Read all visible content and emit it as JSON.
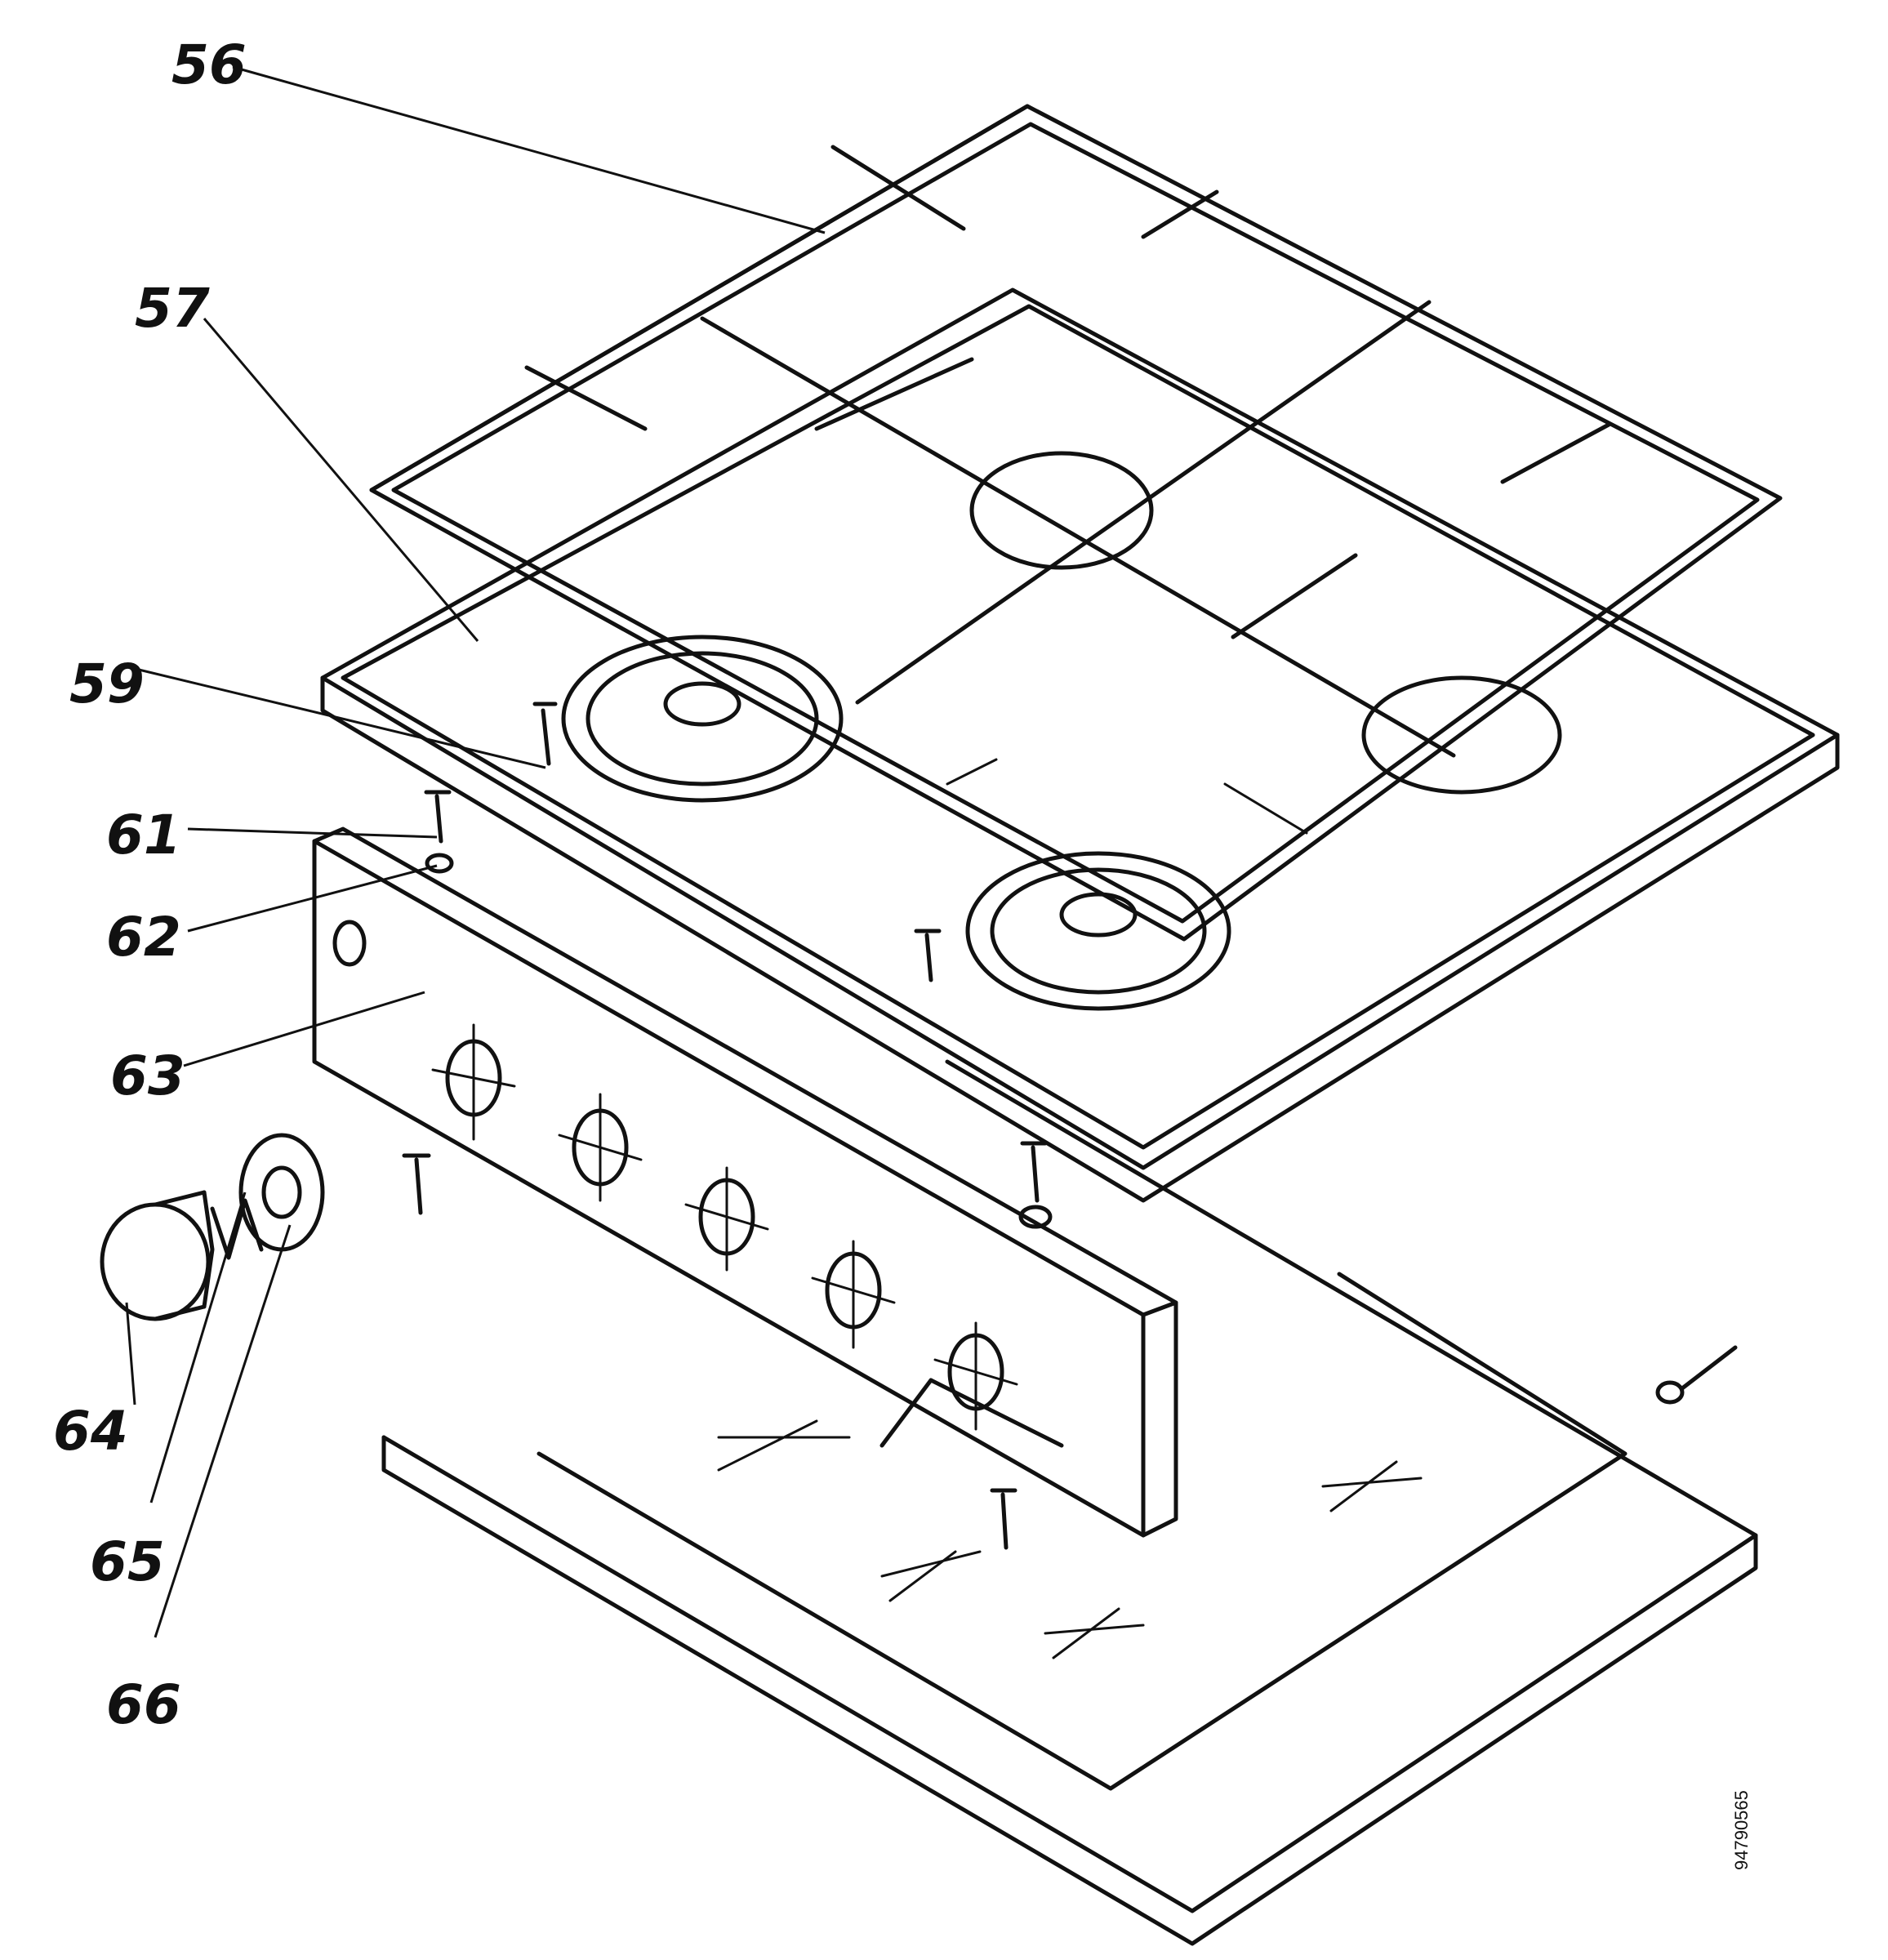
{
  "labels": {
    "l56": "56",
    "l57": "57",
    "l59": "59",
    "l61": "61",
    "l62": "62",
    "l63": "63",
    "l64": "64",
    "l65": "65",
    "l66": "66"
  },
  "doc_number": "94790565"
}
